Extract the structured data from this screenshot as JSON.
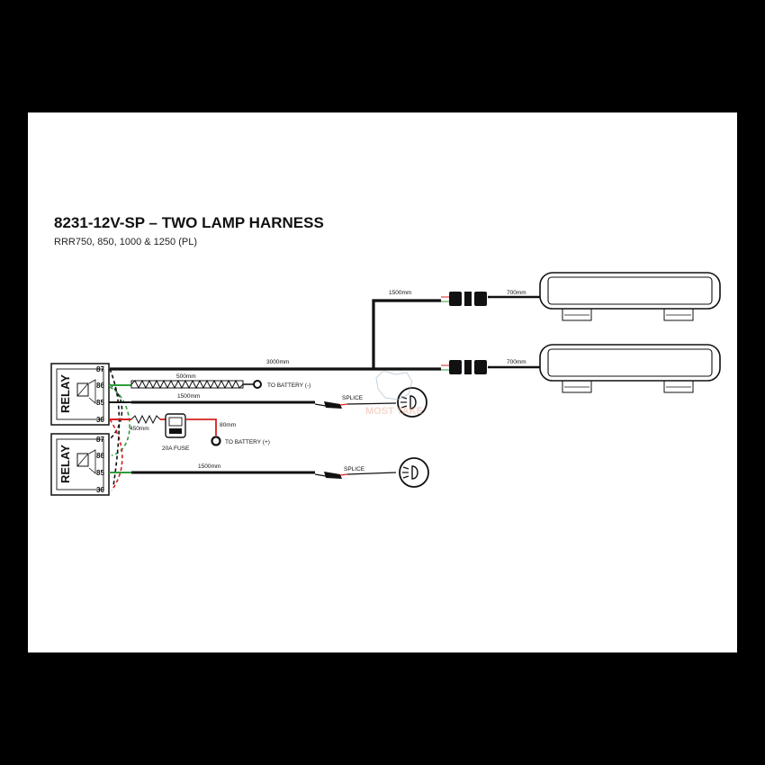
{
  "title": "8231-12V-SP – TWO LAMP HARNESS",
  "subtitle": "RRR750, 850, 1000 & 1250 (PL)",
  "relays": [
    {
      "label": "RELAY",
      "pins": [
        "87",
        "86",
        "85",
        "30"
      ]
    },
    {
      "label": "RELAY",
      "pins": [
        "87",
        "86",
        "85",
        "30"
      ]
    }
  ],
  "lengths": {
    "main": "3000mm",
    "lamp1_branch": "1500mm",
    "lamp1_lead": "700mm",
    "lamp2_lead": "700mm",
    "negative": "500mm",
    "switch1": "1500mm",
    "fuse_lead": "450mm",
    "battery_pos": "80mm",
    "switch2": "1500mm"
  },
  "labels": {
    "to_battery_neg": "TO BATTERY (-)",
    "to_battery_pos": "TO BATTERY (+)",
    "fuse": "20A FUSE",
    "splice1": "SPLICE",
    "splice2": "SPLICE"
  },
  "watermark": "MOST TAKE",
  "colors": {
    "wire": "#111111",
    "positive": "#d62020",
    "earth": "#2f9e3d",
    "background": "#ffffff",
    "frame": "#000000"
  },
  "icons": [
    "light-bar-icon",
    "connector-icon",
    "headlight-icon",
    "ring-terminal-icon",
    "fuse-icon",
    "splice-icon"
  ]
}
